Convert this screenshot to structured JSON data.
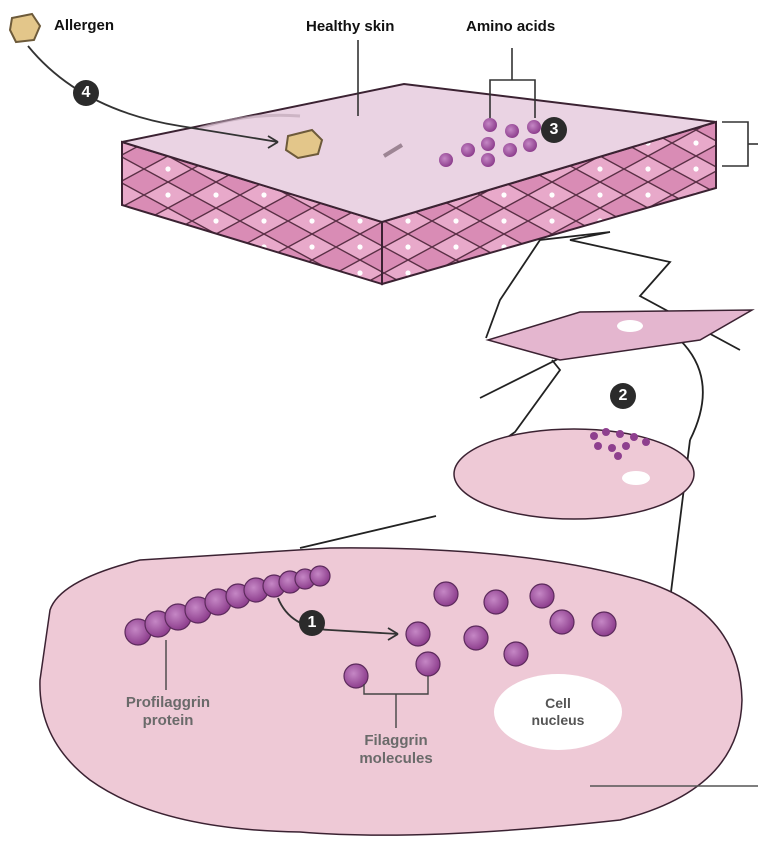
{
  "labels": {
    "allergen": "Allergen",
    "healthy_skin": "Healthy skin",
    "amino_acids": "Amino acids",
    "profilaggrin_line1": "Profilaggrin",
    "profilaggrin_line2": "protein",
    "filaggrin_line1": "Filaggrin",
    "filaggrin_line2": "molecules",
    "nucleus_line1": "Cell",
    "nucleus_line2": "nucleus"
  },
  "steps": [
    "1",
    "2",
    "3",
    "4"
  ],
  "colors": {
    "skin": "#e7b9d2",
    "skin_dark": "#c9699a",
    "cell": "#eec9d6",
    "molecule": "#8e3f8e",
    "molecule_light": "#b46bb4",
    "allergen": "#e3c68a",
    "badge": "#2b2b2b"
  }
}
